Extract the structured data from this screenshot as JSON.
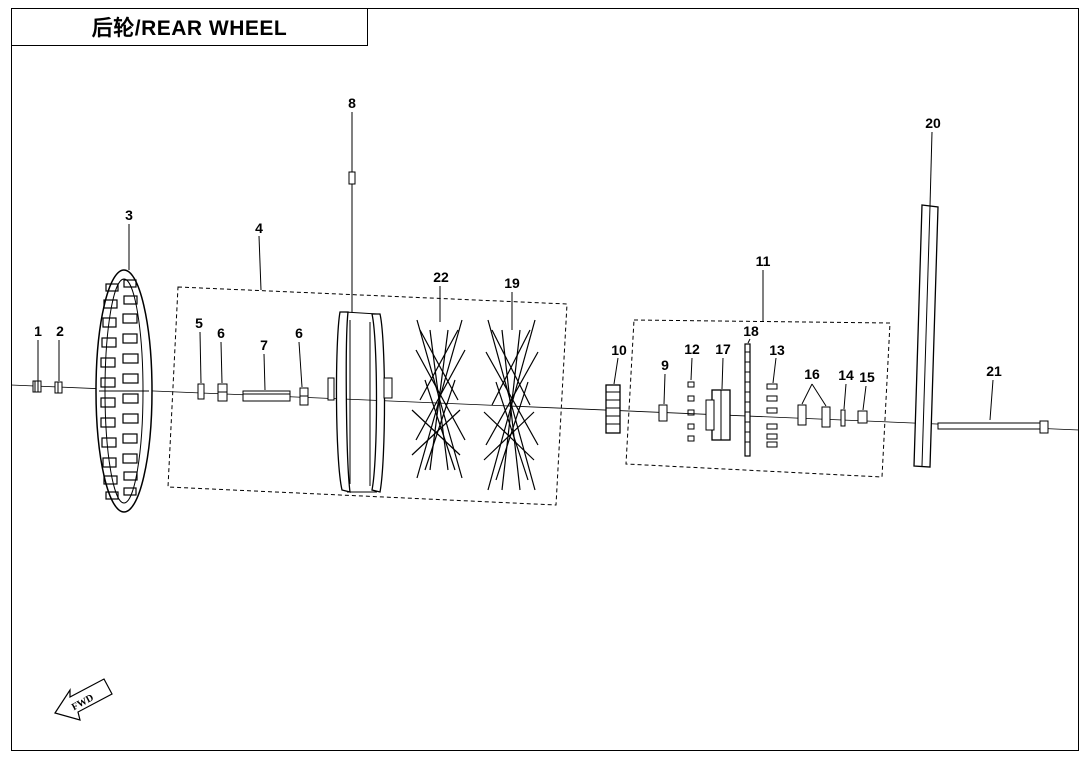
{
  "title": "后轮/REAR WHEEL",
  "fwd_label": "FWD",
  "parts": [
    {
      "id": "1"
    },
    {
      "id": "2"
    },
    {
      "id": "3"
    },
    {
      "id": "4"
    },
    {
      "id": "5"
    },
    {
      "id": "6a",
      "text": "6"
    },
    {
      "id": "7"
    },
    {
      "id": "6b",
      "text": "6"
    },
    {
      "id": "8"
    },
    {
      "id": "22"
    },
    {
      "id": "19"
    },
    {
      "id": "10"
    },
    {
      "id": "9"
    },
    {
      "id": "12"
    },
    {
      "id": "17"
    },
    {
      "id": "18"
    },
    {
      "id": "13"
    },
    {
      "id": "16"
    },
    {
      "id": "14"
    },
    {
      "id": "15"
    },
    {
      "id": "11"
    },
    {
      "id": "20"
    },
    {
      "id": "21"
    }
  ],
  "labels": {
    "p1": "1",
    "p2": "2",
    "p3": "3",
    "p4": "4",
    "p5": "5",
    "p6a": "6",
    "p7": "7",
    "p6b": "6",
    "p8": "8",
    "p22": "22",
    "p19": "19",
    "p10": "10",
    "p9": "9",
    "p12": "12",
    "p17": "17",
    "p18": "18",
    "p13": "13",
    "p16": "16",
    "p14": "14",
    "p15": "15",
    "p11": "11",
    "p20": "20",
    "p21": "21"
  }
}
